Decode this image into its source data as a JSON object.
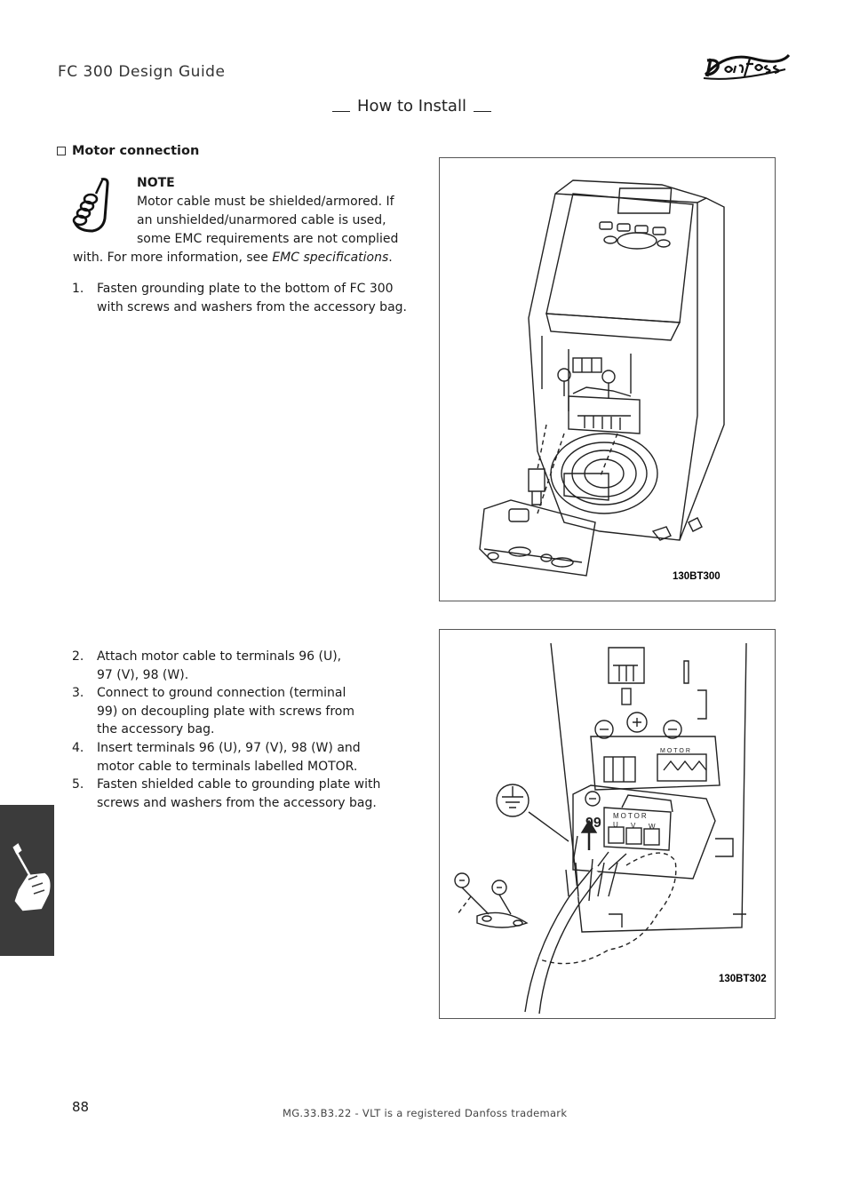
{
  "header": {
    "doc_title": "FC 300 Design Guide",
    "brand": "Danfoss",
    "section": "How to Install"
  },
  "section_title": "Motor connection",
  "note": {
    "heading": "NOTE",
    "lines": [
      "Motor cable must be shielded/armored. If",
      "an unshielded/unarmored cable is used,",
      "some EMC requirements are not complied"
    ],
    "last_prefix": "with. For more information, see ",
    "last_link": "EMC specifications",
    "last_suffix": "."
  },
  "steps": [
    {
      "num": "1.",
      "lines": [
        "Fasten grounding plate to the bottom of FC 300",
        "with screws and washers from the accessory bag."
      ]
    },
    {
      "num": "2.",
      "lines": [
        "Attach motor cable to terminals 96 (U),",
        "97 (V), 98 (W)."
      ]
    },
    {
      "num": "3.",
      "lines": [
        "Connect to ground connection (terminal",
        "99) on decoupling plate with screws from",
        "the accessory bag."
      ]
    },
    {
      "num": "4.",
      "lines": [
        "Insert terminals 96 (U), 97 (V), 98 (W) and",
        "motor cable to terminals labelled MOTOR."
      ]
    },
    {
      "num": "5.",
      "lines": [
        "Fasten shielded cable to grounding plate with",
        "screws and washers from the accessory bag."
      ]
    }
  ],
  "figures": [
    {
      "id": "130BT300"
    },
    {
      "id": "130BT302",
      "terminal_number": "99",
      "label_motor": "MOTOR",
      "u": "U",
      "v": "V",
      "w": "W"
    }
  ],
  "footer": {
    "page_number": "88",
    "text": "MG.33.B3.22 - VLT is a registered Danfoss trademark"
  },
  "colors": {
    "side_tab": "#3b3b3b",
    "text": "#1a1a1a"
  }
}
